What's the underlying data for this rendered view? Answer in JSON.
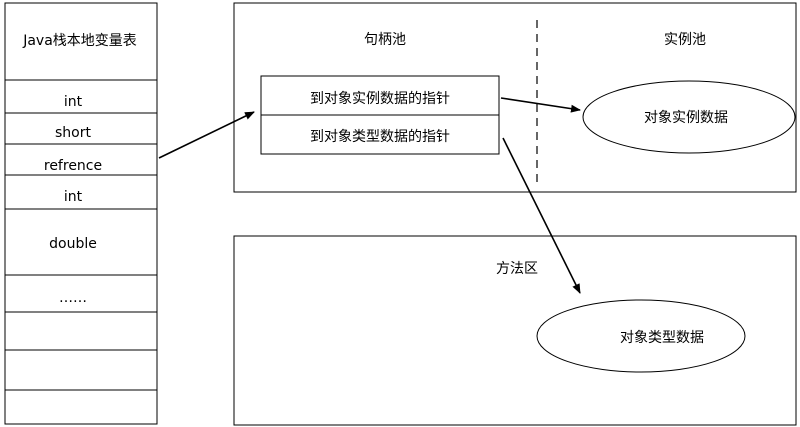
{
  "stack_table": {
    "title": "Java栈本地变量表",
    "rows": [
      "int",
      "short",
      "refrence",
      "int",
      "double",
      "……",
      "",
      "",
      ""
    ]
  },
  "handle_pool": {
    "title": "句柄池",
    "cells": [
      "到对象实例数据的指针",
      "到对象类型数据的指针"
    ]
  },
  "instance_pool": {
    "title": "实例池",
    "ellipse_label": "对象实例数据"
  },
  "method_area": {
    "title": "方法区",
    "ellipse_label": "对象类型数据"
  }
}
